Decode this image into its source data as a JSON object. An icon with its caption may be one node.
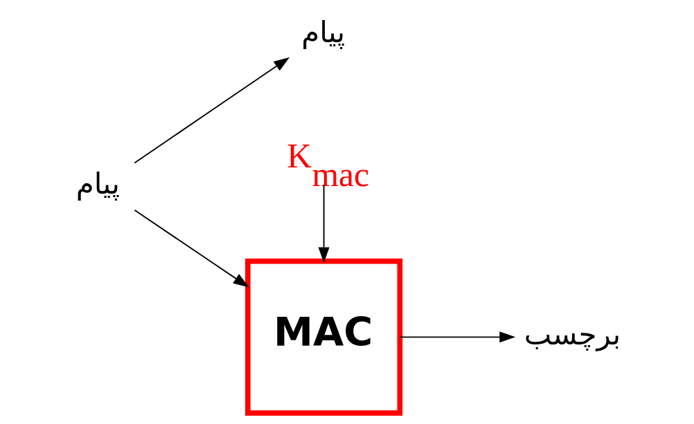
{
  "diagram": {
    "nodes": [
      {
        "text": [
          "پیام"
        ]
      },
      {
        "text": [
          "MAC"
        ]
      },
      {
        "text": [
          "پیام"
        ]
      },
      {
        "text": [
          "برچسب"
        ]
      },
      {
        "text": [
          "K$_{mac}$"
        ]
      }
    ],
    "edges": [
      {
        "from": 0,
        "to": 1,
        "arrow": "to"
      },
      {
        "from": 0,
        "to": 2,
        "arrow": "to"
      },
      {
        "from": 1,
        "to": 3,
        "arrow": "to"
      },
      {
        "from": 4,
        "to": 1,
        "arrow": "to"
      }
    ]
  }
}
